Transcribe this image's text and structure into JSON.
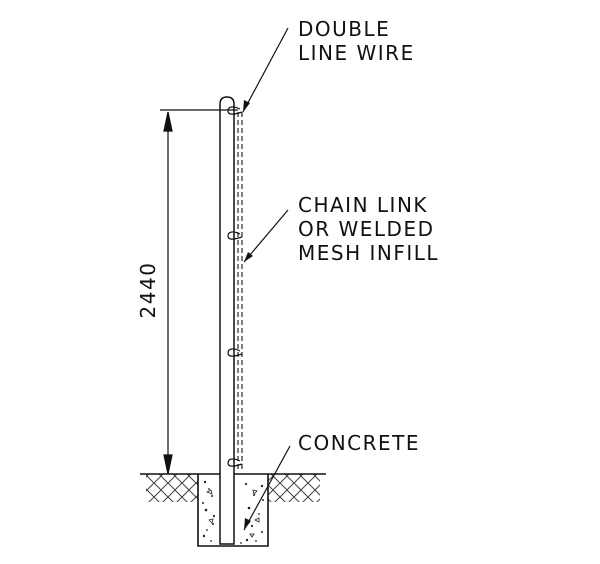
{
  "labels": {
    "wire_line1": "DOUBLE",
    "wire_line2": "LINE WIRE",
    "infill_line1": "CHAIN LINK",
    "infill_line2": "OR WELDED",
    "infill_line3": "MESH INFILL",
    "concrete": "CONCRETE"
  },
  "dimension": {
    "height_text": "2440"
  },
  "colors": {
    "line": "#111111",
    "background": "#ffffff"
  }
}
